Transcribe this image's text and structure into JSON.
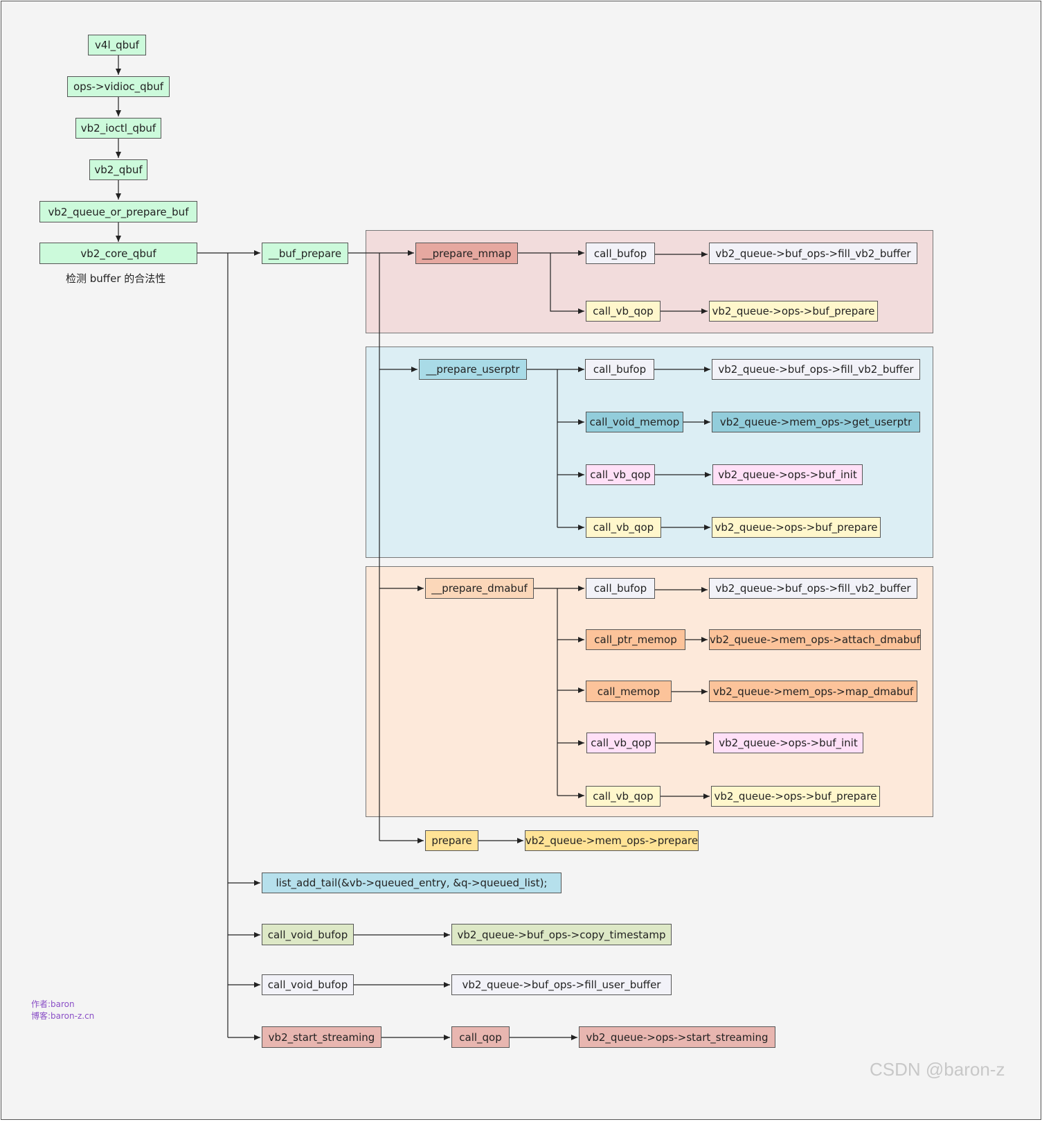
{
  "colors": {
    "green": "#ccfadb",
    "pink_node": "#e6a8a0",
    "blue_node": "#a9dbe7",
    "peach_node": "#fbd7b9",
    "gray": "#f2f2f8",
    "yellow": "#fff7cc",
    "teal": "#92cddb",
    "pink_light": "#ffe0f7",
    "orange": "#fcc39a",
    "gold": "#ffe396",
    "light_blue": "#b6e0ec",
    "olive": "#dde8c6",
    "rose": "#e8b6b0",
    "group_mmap": "#f2dcdc",
    "group_userptr": "#dceef4",
    "group_dmabuf": "#fde9da",
    "line": "#222222"
  },
  "nodes": {
    "v4l_qbuf": "v4l_qbuf",
    "ops_vidioc_qbuf": "ops->vidioc_qbuf",
    "vb2_ioctl_qbuf": "vb2_ioctl_qbuf",
    "vb2_qbuf": "vb2_qbuf",
    "vb2_queue_or_prepare_buf": "vb2_queue_or_prepare_buf",
    "vb2_core_qbuf": "vb2_core_qbuf",
    "buf_prepare": "__buf_prepare",
    "prepare_mmap": "__prepare_mmap",
    "mmap_call_bufop": "call_bufop",
    "mmap_fill_vb2_buffer": "vb2_queue->buf_ops->fill_vb2_buffer",
    "mmap_call_vb_qop": "call_vb_qop",
    "mmap_buf_prepare": "vb2_queue->ops->buf_prepare",
    "prepare_userptr": "__prepare_userptr",
    "userptr_call_bufop": "call_bufop",
    "userptr_fill_vb2_buffer": "vb2_queue->buf_ops->fill_vb2_buffer",
    "userptr_call_void_memop": "call_void_memop",
    "userptr_get_userptr": "vb2_queue->mem_ops->get_userptr",
    "userptr_call_vb_qop_init": "call_vb_qop",
    "userptr_buf_init": "vb2_queue->ops->buf_init",
    "userptr_call_vb_qop_prepare": "call_vb_qop",
    "userptr_buf_prepare": "vb2_queue->ops->buf_prepare",
    "prepare_dmabuf": "__prepare_dmabuf",
    "dmabuf_call_bufop": "call_bufop",
    "dmabuf_fill_vb2_buffer": "vb2_queue->buf_ops->fill_vb2_buffer",
    "dmabuf_call_ptr_memop": "call_ptr_memop",
    "dmabuf_attach_dmabuf": "vb2_queue->mem_ops->attach_dmabuf",
    "dmabuf_call_memop": "call_memop",
    "dmabuf_map_dmabuf": "vb2_queue->mem_ops->map_dmabuf",
    "dmabuf_call_vb_qop_init": "call_vb_qop",
    "dmabuf_buf_init": "vb2_queue->ops->buf_init",
    "dmabuf_call_vb_qop_prepare": "call_vb_qop",
    "dmabuf_buf_prepare": "vb2_queue->ops->buf_prepare",
    "prepare": "prepare",
    "mem_ops_prepare": "vb2_queue->mem_ops->prepare",
    "list_add_tail": "list_add_tail(&vb->queued_entry, &q->queued_list);",
    "call_void_bufop_ts": "call_void_bufop",
    "copy_timestamp": "vb2_queue->buf_ops->copy_timestamp",
    "call_void_bufop_fill": "call_void_bufop",
    "fill_user_buffer": "vb2_queue->buf_ops->fill_user_buffer",
    "vb2_start_streaming": "vb2_start_streaming",
    "call_qop": "call_qop",
    "start_streaming": "vb2_queue->ops->start_streaming"
  },
  "annotations": {
    "check_buffer": "检测 buffer 的合法性",
    "author": "作者:baron",
    "blog": "博客:baron-z.cn",
    "watermark": "CSDN @baron-z"
  }
}
